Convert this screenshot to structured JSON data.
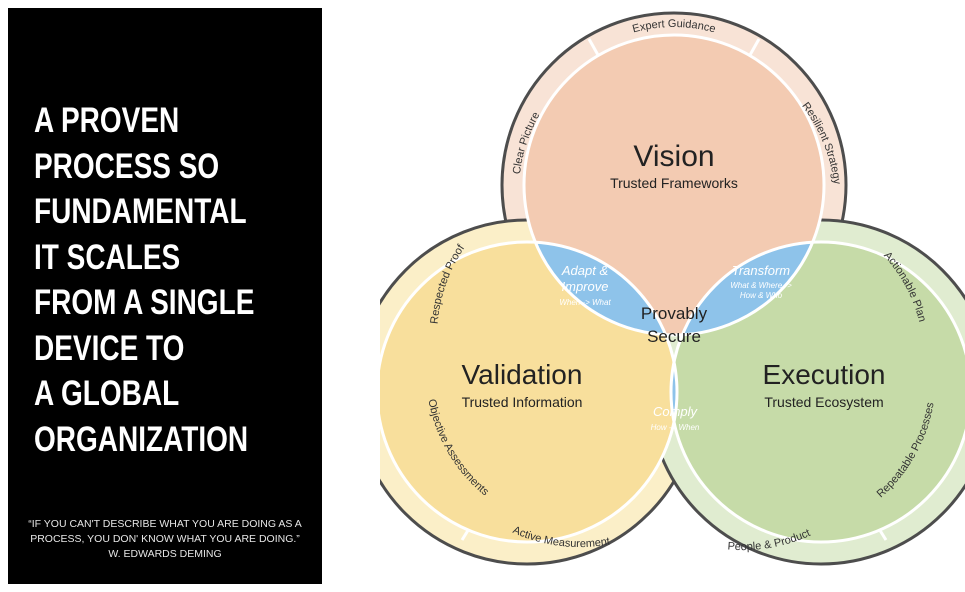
{
  "headline": [
    "A PROVEN",
    "PROCESS SO",
    "FUNDAMENTAL",
    "IT SCALES",
    "FROM A SINGLE",
    "DEVICE TO",
    "A GLOBAL",
    "ORGANIZATION"
  ],
  "quote": {
    "line1": "“IF YOU CAN'T DESCRIBE WHAT YOU ARE DOING AS A",
    "line2": "PROCESS, YOU DON' KNOW WHAT YOU ARE DOING.”",
    "author": "W. EDWARDS DEMING"
  },
  "diagram": {
    "vision": {
      "title": "Vision",
      "subtitle": "Trusted Frameworks"
    },
    "validation": {
      "title": "Validation",
      "subtitle": "Trusted Information"
    },
    "execution": {
      "title": "Execution",
      "subtitle": "Trusted Ecosystem"
    },
    "center": {
      "line1": "Provably",
      "line2": "Secure"
    },
    "adapt": {
      "line1": "Adapt &",
      "line2": "Improve",
      "sub": "When -> What"
    },
    "transform": {
      "title": "Transform",
      "sub1": "What & Where ->",
      "sub2": "How & Who"
    },
    "comply": {
      "title": "Comply",
      "sub": "How -> When"
    },
    "ring": {
      "expert_guidance": "Expert Guidance",
      "clear_picture": "Clear Picture",
      "resilient_strategy": "Resilient Strategy",
      "respected_proof": "Respected Proof",
      "objective_assessments": "Objective Assessments",
      "active_measurement": "Active Measurement",
      "actionable_plan": "Actionable Plan",
      "repeatable_processes": "Repeatable Processes",
      "people_product": "People & Product"
    },
    "colors": {
      "vision": "#f3cbb2",
      "vision_ring": "#f8e3d6",
      "validation": "#f8df9c",
      "validation_ring": "#fbefc8",
      "execution": "#c6dba8",
      "execution_ring": "#e0ecd0",
      "overlap": "#8ec3ea",
      "center": "#c8e1f5",
      "outline": "#4d4d4d"
    }
  }
}
